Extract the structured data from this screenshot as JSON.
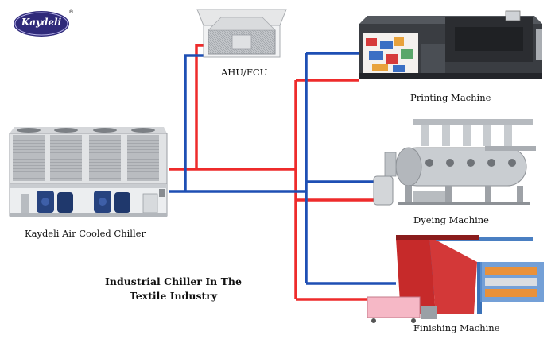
{
  "brand": {
    "logo_text": "Kaydeli",
    "registered": "®"
  },
  "labels": {
    "chiller": "Kaydeli Air Cooled Chiller",
    "ahu": "AHU/FCU",
    "printing": "Printing Machine",
    "dyeing": "Dyeing Machine",
    "finishing": "Finishing Machine"
  },
  "title": {
    "line1": "Industrial Chiller In The",
    "line2": "Textile Industry"
  },
  "colors": {
    "supply_pipe": "#ee2b2b",
    "return_pipe": "#1e4fb4",
    "logo": "#2f2a7a"
  },
  "icons": [
    "chiller-unit-icon",
    "ahu-fcu-icon",
    "printing-machine-icon",
    "dyeing-machine-icon",
    "finishing-machine-icon"
  ]
}
